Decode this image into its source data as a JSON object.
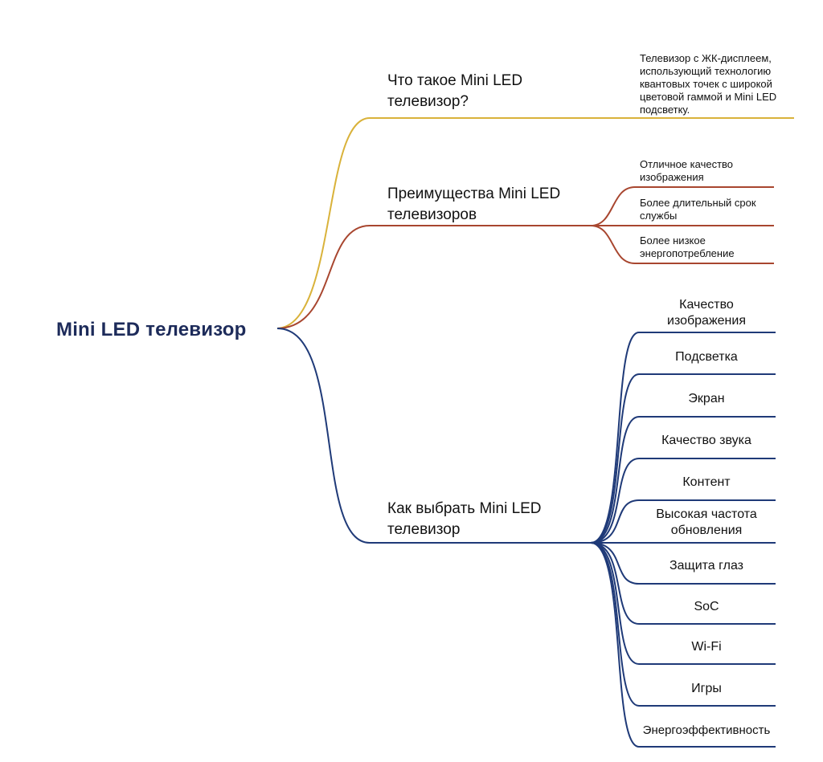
{
  "root": {
    "label": "Mini LED телевизор"
  },
  "colors": {
    "what": "#d9b23a",
    "advantages": "#a8462f",
    "choose": "#1f3a78",
    "root_text": "#1d2b5a"
  },
  "branches": [
    {
      "id": "what",
      "title_lines": [
        "Что такое Mini LED",
        "телевизор?"
      ],
      "children": [
        {
          "lines": [
            "Телевизор с ЖК-дисплеем,",
            "использующий технологию",
            "квантовых точек с широкой",
            "цветовой гаммой и Mini LED",
            "подсветку."
          ]
        }
      ]
    },
    {
      "id": "advantages",
      "title_lines": [
        "Преимущества Mini LED",
        "телевизоров"
      ],
      "children": [
        {
          "lines": [
            "Отличное качество",
            "изображения"
          ]
        },
        {
          "lines": [
            "Более длительный срок",
            "службы"
          ]
        },
        {
          "lines": [
            "Более низкое",
            "энергопотребление"
          ]
        }
      ]
    },
    {
      "id": "choose",
      "title_lines": [
        "Как выбрать Mini LED",
        "телевизор"
      ],
      "children": [
        {
          "lines": [
            "Качество",
            "изображения"
          ]
        },
        {
          "lines": [
            "Подсветка"
          ]
        },
        {
          "lines": [
            "Экран"
          ]
        },
        {
          "lines": [
            "Качество звука"
          ]
        },
        {
          "lines": [
            "Контент"
          ]
        },
        {
          "lines": [
            "Высокая частота",
            "обновления"
          ]
        },
        {
          "lines": [
            "Защита глаз"
          ]
        },
        {
          "lines": [
            "SoC"
          ]
        },
        {
          "lines": [
            "Wi-Fi"
          ]
        },
        {
          "lines": [
            "Игры"
          ]
        },
        {
          "lines": [
            "Энергоэффективность"
          ]
        }
      ]
    }
  ]
}
